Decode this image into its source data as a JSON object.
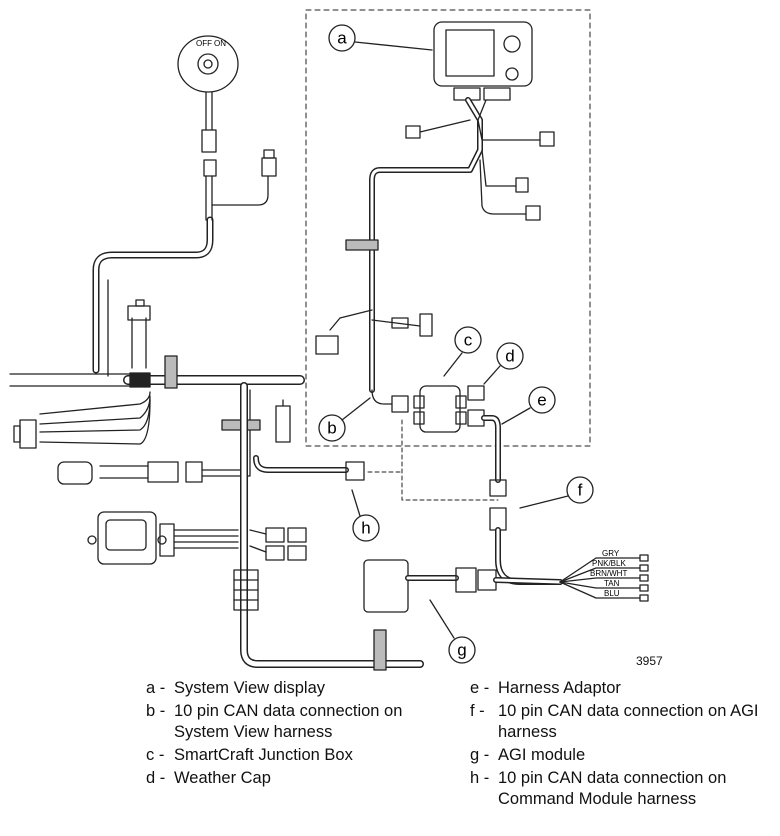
{
  "figure_number": "3957",
  "callouts": [
    "a",
    "b",
    "c",
    "d",
    "e",
    "f",
    "g",
    "h"
  ],
  "wire_colors": [
    "GRY",
    "PNK/BLK",
    "BRN/WHT",
    "TAN",
    "BLU"
  ],
  "ignition_labels": {
    "off": "OFF",
    "on": "ON"
  },
  "legend": [
    {
      "key": "a -",
      "text": "System View display"
    },
    {
      "key": "b -",
      "text": "10 pin CAN data connection on System View harness"
    },
    {
      "key": "c -",
      "text": "SmartCraft Junction Box"
    },
    {
      "key": "d -",
      "text": "Weather Cap"
    },
    {
      "key": "e -",
      "text": "Harness Adaptor"
    },
    {
      "key": "f -",
      "text": "10 pin CAN data connection on AGI harness"
    },
    {
      "key": "g -",
      "text": "AGI module"
    },
    {
      "key": "h -",
      "text": "10 pin CAN data connection on Command Module harness"
    }
  ]
}
